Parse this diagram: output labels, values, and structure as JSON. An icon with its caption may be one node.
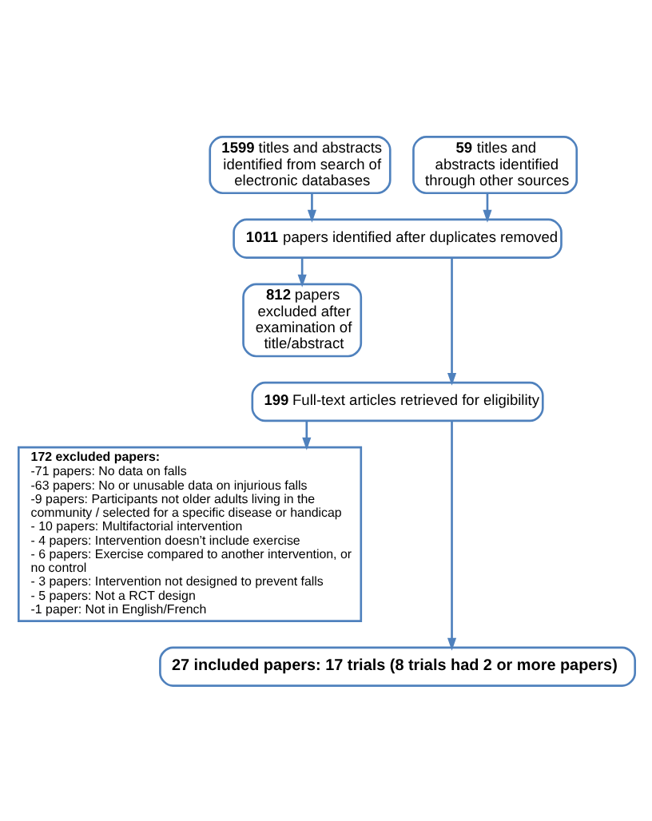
{
  "diagram": {
    "nodes": [
      {
        "text": [
          "**1599** titles and abstracts identified from search of electronic databases"
        ]
      },
      {
        "text": [
          "**59** titles and abstracts identified through other sources"
        ]
      },
      {
        "text": [
          "**1011** papers identified after duplicates removed"
        ]
      },
      {
        "text": [
          "**812** papers excluded after examination of title/abstract"
        ]
      },
      {
        "text": [
          "**199** Full-text articles retrieved for eligibility"
        ]
      },
      {
        "text": [
          "**172 excluded papers:**",
          "-71 papers: No data on falls",
          "-63 papers: No or unusable data on injurious falls",
          "-9 papers: Participants not older adults living in the community / selected for a specific disease or handicap",
          "- 10 papers: Multifactorial intervention",
          "- 4 papers: Intervention doesn’t include exercise",
          "- 6 papers: Exercise compared to another intervention, or no control",
          "- 3 papers: Intervention not designed to prevent falls",
          "- 5 papers: Not a RCT design",
          "-1 paper: Not in English/French"
        ]
      },
      {
        "text": [
          "27 included papers: 17 trials (8 trials had 2 or more papers)"
        ]
      }
    ],
    "edges": [
      {
        "from": 0,
        "to": 2,
        "arrow": "to"
      },
      {
        "from": 1,
        "to": 2,
        "arrow": "to"
      },
      {
        "from": 2,
        "to": 3,
        "arrow": "to"
      },
      {
        "from": 2,
        "to": 4,
        "arrow": "to"
      },
      {
        "from": 4,
        "to": 5,
        "arrow": "to"
      },
      {
        "from": 4,
        "to": 6,
        "arrow": "to"
      }
    ]
  }
}
